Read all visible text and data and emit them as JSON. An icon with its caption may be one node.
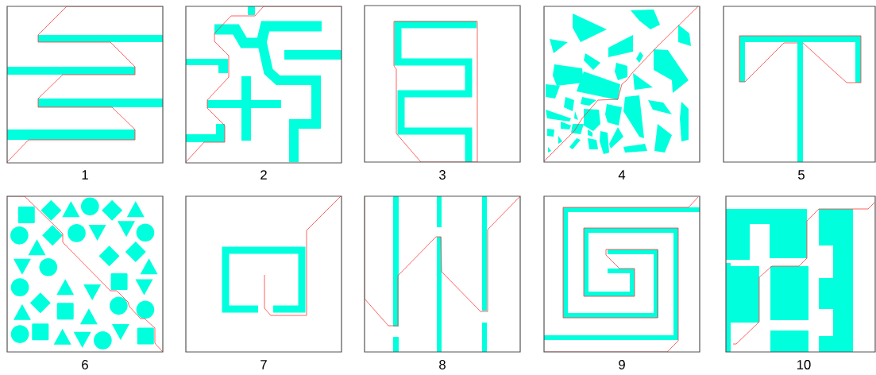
{
  "diagram": {
    "labels": [
      "1",
      "2",
      "3",
      "4",
      "5",
      "6",
      "7",
      "8",
      "9",
      "10"
    ]
  }
}
